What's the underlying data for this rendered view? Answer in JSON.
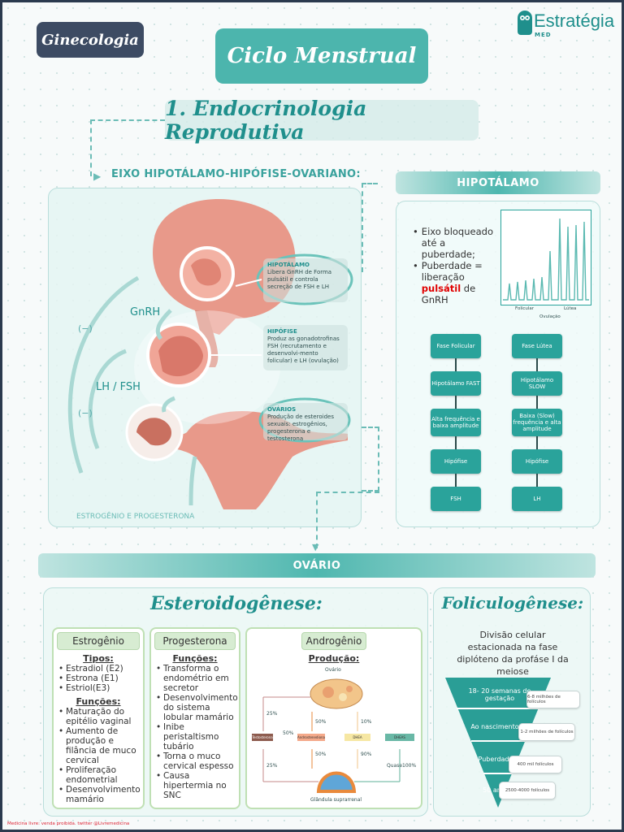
{
  "header": {
    "tag": "Ginecologia",
    "title": "Ciclo Menstrual",
    "brand": "Estratégia",
    "brand_sub": "MED"
  },
  "section": {
    "title": "1. Endocrinologia Reprodutiva",
    "axis_label": "EIXO HIPOTÁLAMO-HIPÓFISE-OVARIANO:"
  },
  "diagram": {
    "gnrh": "GnRH",
    "lh_fsh": "LH / FSH",
    "neg1": "(−)",
    "neg2": "(−)",
    "bottom_label": "ESTROGÊNIO E PROGESTERONA",
    "hipotalamo": {
      "title": "HIPOTÁLAMO",
      "text": "Libera GnRH de Forma pulsátil e controla secreção de FSH e LH"
    },
    "hipofise": {
      "title": "HIPÓFISE",
      "text": "Produz as gonadotrofinas FSH (recrutamento e desenvolvi-mento folicular) e LH (ovulação)"
    },
    "ovarios": {
      "title": "OVÁRIOS",
      "text": "Produção de esteroides sexuais: estrogênios, progesterona e testosterona"
    }
  },
  "hipotalamo_panel": {
    "band": "HIPOTÁLAMO",
    "bullet1": "Eixo bloqueado até a puberdade;",
    "bullet2_a": "Puberdade = liberação ",
    "bullet2_b": "pulsátil",
    "bullet2_c": " de GnRH",
    "chart": {
      "folicular": "Folicular",
      "lutea": "Lútea",
      "ovulacao": "Ovulação"
    },
    "flow_left": [
      "Fase Folicular",
      "Hipotálamo FAST",
      "Alta frequência e baixa amplitude",
      "Hipófise",
      "FSH"
    ],
    "flow_right": [
      "Fase Lútea",
      "Hipotálamo SLOW",
      "Baixa (Slow) frequência e alta amplitude",
      "Hipófise",
      "LH"
    ]
  },
  "ovario_band": "OVÁRIO",
  "esteroidogenese": {
    "title": "Esteroidogênese:",
    "estrogenio": {
      "head": "Estrogênio",
      "tipos_title": "Tipos:",
      "tipos": [
        "Estradiol (E2)",
        "Estrona (E1)",
        "Estriol(E3)"
      ],
      "funcoes_title": "Funções:",
      "funcoes": [
        "Maturação do epitélio vaginal",
        "Aumento de produção e filância de muco cervical",
        "Proliferação endometrial",
        "Desenvolvimento mamário"
      ]
    },
    "progesterona": {
      "head": "Progesterona",
      "funcoes_title": "Funções:",
      "funcoes": [
        "Transforma o endométrio em secretor",
        "Desenvolvimento do sistema lobular mamário",
        "Inibe peristaltismo tubário",
        "Torna o muco cervical espesso",
        "Causa hipertermia no SNC"
      ]
    },
    "androgenio": {
      "head": "Androgênio",
      "producao_title": "Produção:",
      "ovario": "Ovário",
      "glandula": "Glândula suprarrenal",
      "labels": [
        "Testosterona",
        "Androstenediona",
        "DHEA",
        "DHEAS"
      ],
      "pct": [
        "25%",
        "50%",
        "50%",
        "10%",
        "50%",
        "90%",
        "25%",
        "Quase100%"
      ]
    }
  },
  "foliculogenese": {
    "title": "Foliculogênese:",
    "text": "Divisão celular estacionada na fase diplóteno da profáse I da meiose",
    "levels": [
      {
        "stage": "18- 20 semanas de gestação",
        "count": "6-8 milhões de folículos"
      },
      {
        "stage": "Ao nascimento",
        "count": "1-2 milhões de folículos"
      },
      {
        "stage": "Puberdade",
        "count": "400 mil folículos"
      },
      {
        "stage": "50 anos",
        "count": "2500-4000 folículos"
      }
    ]
  },
  "footer": "Medicina livre: venda proibida. twitter @Livremedicina",
  "colors": {
    "accent": "#4cb5ad",
    "dark": "#3d4b63",
    "uterus": "#e79a8b",
    "highlight": "#e00000"
  }
}
